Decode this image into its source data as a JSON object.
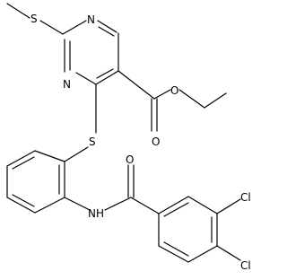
{
  "atoms": {
    "s_methylthio": "S",
    "n_upper": "N",
    "n_lower": "N",
    "o_ester": "O",
    "o_carbonyl": "O",
    "s_thioether": "S",
    "nh": "NH",
    "o_amide": "O",
    "cl_upper": "Cl",
    "cl_lower": "Cl"
  }
}
